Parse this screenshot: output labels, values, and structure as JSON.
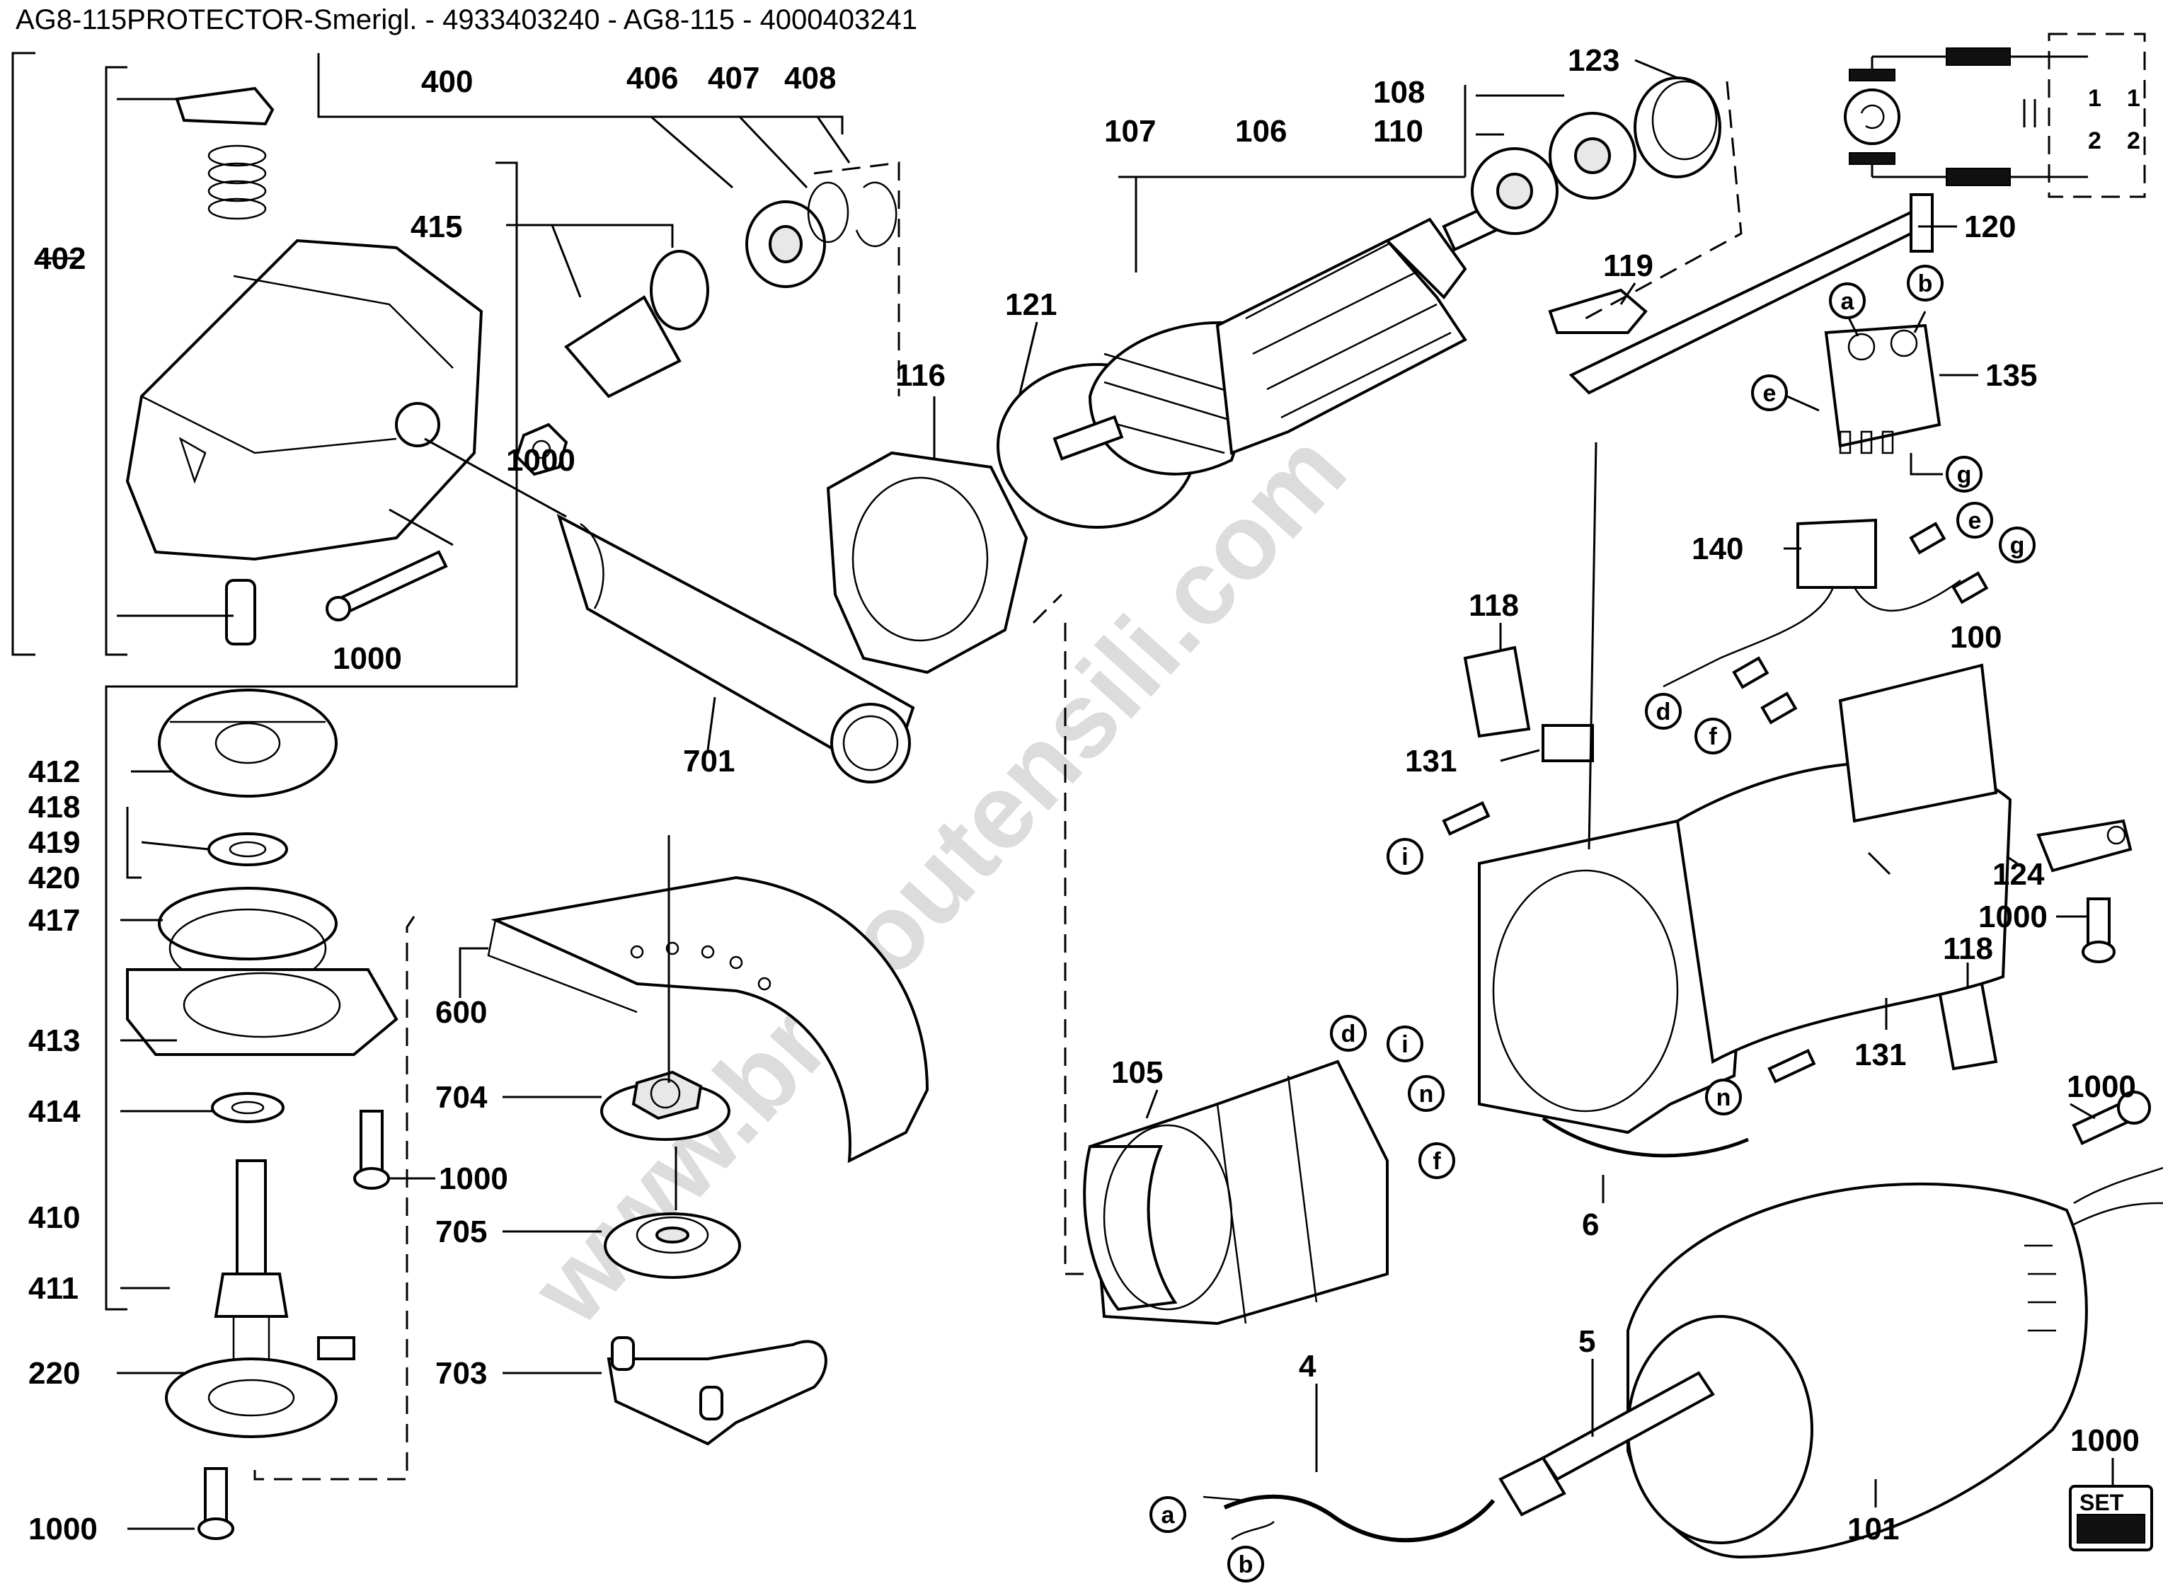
{
  "title": "AG8-115PROTECTOR-Smerigl. - 4933403240 - AG8-115 - 4000403241",
  "watermark": "www.bricoutensili.com",
  "set_badge": "SET",
  "part_labels": [
    "400",
    "406",
    "407",
    "408",
    "402",
    "415",
    "1000",
    "1000",
    "412",
    "418",
    "419",
    "420",
    "417",
    "413",
    "414",
    "1000",
    "410",
    "411",
    "220",
    "1000",
    "600",
    "704",
    "705",
    "703",
    "701",
    "116",
    "121",
    "107",
    "106",
    "108",
    "110",
    "123",
    "119",
    "120",
    "135",
    "140",
    "118",
    "131",
    "100",
    "124",
    "1000",
    "118",
    "131",
    "105",
    "6",
    "1000",
    "5",
    "4",
    "101",
    "1000"
  ],
  "connector_labels": [
    "a",
    "b",
    "e",
    "g",
    "e",
    "g",
    "d",
    "f",
    "i",
    "d",
    "i",
    "n",
    "f",
    "n",
    "a",
    "b"
  ],
  "schematic_labels": [
    "1",
    "1",
    "2",
    "2"
  ]
}
